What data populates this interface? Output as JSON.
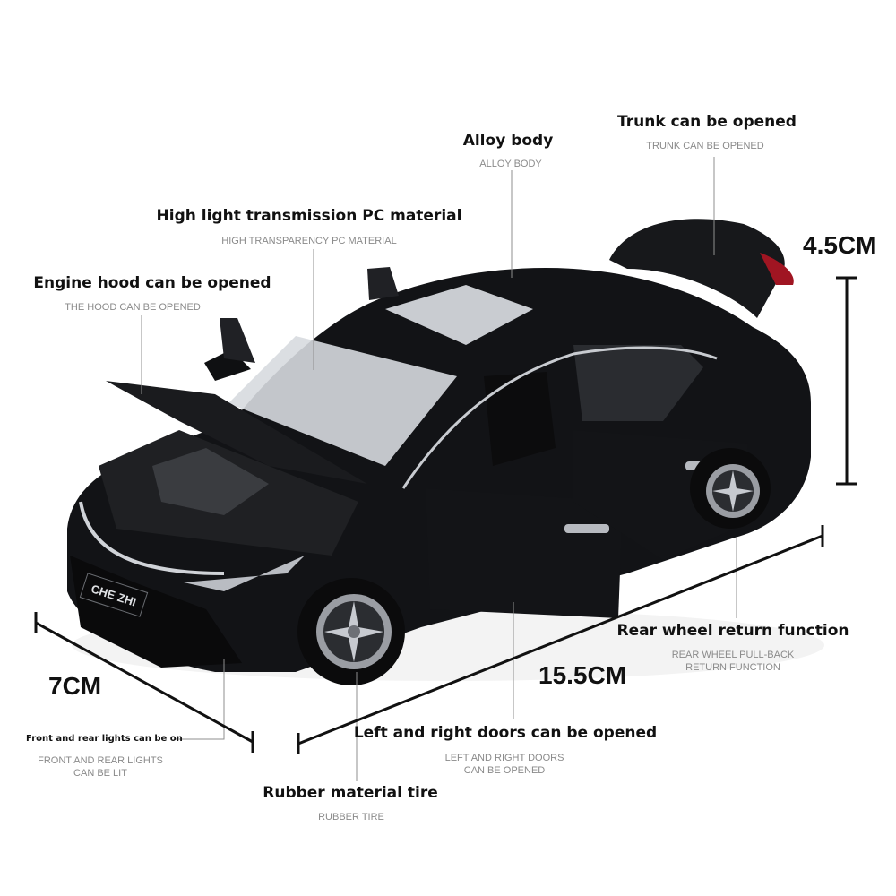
{
  "features": {
    "trunk": {
      "title": "Trunk can be opened",
      "subtitle": "TRUNK CAN BE OPENED"
    },
    "alloy": {
      "title": "Alloy body",
      "subtitle": "ALLOY BODY"
    },
    "pc_material": {
      "title": "High light transmission PC material",
      "subtitle": "HIGH TRANSPARENCY PC MATERIAL"
    },
    "hood": {
      "title": "Engine hood can be opened",
      "subtitle": "THE HOOD CAN BE OPENED"
    },
    "rear_wheel": {
      "title": "Rear wheel return function",
      "subtitle_line1": "REAR WHEEL PULL-BACK",
      "subtitle_line2": "RETURN FUNCTION"
    },
    "doors": {
      "title": "Left and right doors can be opened",
      "subtitle_line1": "LEFT AND RIGHT DOORS",
      "subtitle_line2": "CAN BE OPENED"
    },
    "tire": {
      "title": "Rubber material tire",
      "subtitle": "RUBBER TIRE"
    },
    "lights": {
      "title": "Front and rear lights can be on",
      "subtitle_line1": "FRONT AND REAR LIGHTS",
      "subtitle_line2": "CAN BE LIT"
    }
  },
  "dimensions": {
    "height": "4.5CM",
    "width": "7CM",
    "length": "15.5CM"
  },
  "car": {
    "plate_text": "CHE ZHI",
    "body_color": "#121316"
  }
}
